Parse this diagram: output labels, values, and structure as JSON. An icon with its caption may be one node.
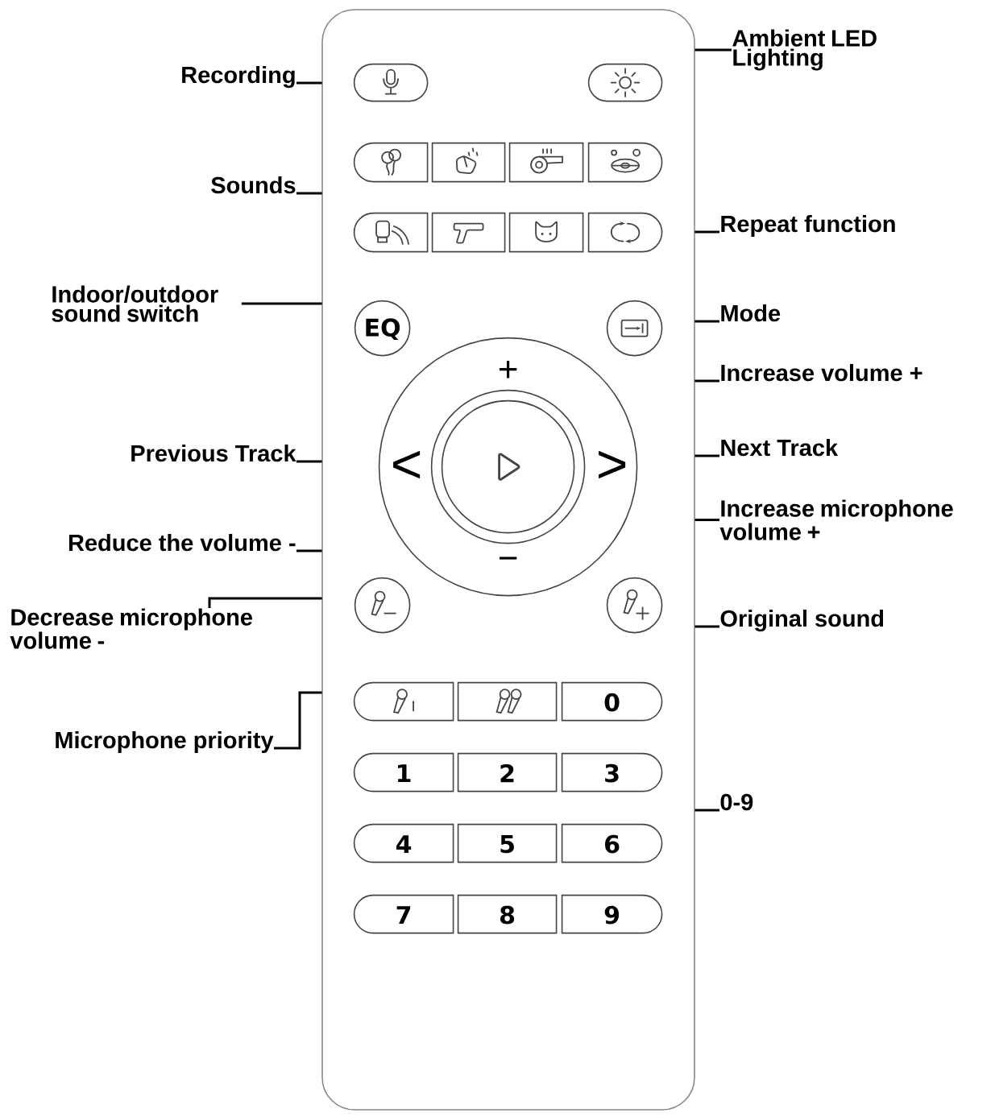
{
  "diagram": {
    "nodes": [
      {
        "text": [],
        "shape": "box"
      },
      {
        "text": [],
        "shape": "box",
        "in": 0
      },
      {
        "text": [],
        "shape": "box",
        "in": 0
      },
      {
        "text": [],
        "shape": "box",
        "in": 0
      },
      {
        "text": [],
        "shape": "box",
        "in": 0
      },
      {
        "text": [],
        "shape": "box",
        "in": 0
      },
      {
        "text": [],
        "shape": "box",
        "in": 0
      },
      {
        "text": [],
        "shape": "box",
        "in": 0
      },
      {
        "text": [],
        "shape": "box",
        "in": 0
      },
      {
        "text": [],
        "shape": "box",
        "in": 0
      },
      {
        "text": [],
        "shape": "box",
        "in": 0
      },
      {
        "text": [
          "EQ"
        ],
        "in": 0
      },
      {
        "text": [],
        "shape": "circle",
        "in": 0
      },
      {
        "text": [
          "+",
          "<",
          ">",
          "−"
        ],
        "in": 0
      },
      {
        "text": [],
        "shape": "circle",
        "in": 13
      },
      {
        "text": [],
        "shape": "circle",
        "in": 0
      },
      {
        "text": [],
        "shape": "circle",
        "in": 0
      },
      {
        "text": [],
        "shape": "box",
        "in": 0
      },
      {
        "text": [],
        "shape": "box",
        "in": 0
      },
      {
        "text": [
          "0"
        ],
        "in": 0
      },
      {
        "text": [
          "1"
        ],
        "in": 0
      },
      {
        "text": [
          "2"
        ],
        "in": 0
      },
      {
        "text": [
          "3"
        ],
        "in": 0
      },
      {
        "text": [
          "4"
        ],
        "in": 0
      },
      {
        "text": [
          "5"
        ],
        "in": 0
      },
      {
        "text": [
          "6"
        ],
        "in": 0
      },
      {
        "text": [
          "7"
        ],
        "in": 0
      },
      {
        "text": [
          "8"
        ],
        "in": 0
      },
      {
        "text": [
          "9"
        ],
        "in": 0
      },
      {
        "text": [
          "Ambient LED Lighting"
        ]
      },
      {
        "text": [
          "Recording"
        ]
      },
      {
        "text": [
          "Sounds"
        ]
      },
      {
        "text": [
          "Repeat function"
        ]
      },
      {
        "text": [
          "Indoor/outdoor sound switch"
        ]
      },
      {
        "text": [
          "Mode"
        ]
      },
      {
        "text": [
          "Increase volume +"
        ]
      },
      {
        "text": [
          "Next Track"
        ]
      },
      {
        "text": [
          "Previous Track"
        ]
      },
      {
        "text": [
          "Increase microphone volume +"
        ]
      },
      {
        "text": [
          "Reduce the volume -"
        ]
      },
      {
        "text": [
          "Original sound"
        ]
      },
      {
        "text": [
          "Decrease microphone volume -"
        ]
      },
      {
        "text": [
          "Microphone priority"
        ]
      },
      {
        "text": [
          "0-9"
        ]
      }
    ],
    "edges": [
      {
        "from": 29,
        "to": 0,
        "arrow": "none"
      },
      {
        "from": 30,
        "to": 0,
        "arrow": "none"
      },
      {
        "from": 31,
        "to": 0,
        "arrow": "none"
      },
      {
        "from": 32,
        "to": 0,
        "arrow": "none"
      },
      {
        "from": 33,
        "to": 0,
        "arrow": "none"
      },
      {
        "from": 34,
        "to": 0,
        "arrow": "none"
      },
      {
        "from": 35,
        "to": 0,
        "arrow": "none"
      },
      {
        "from": 36,
        "to": 0,
        "arrow": "none"
      },
      {
        "from": 37,
        "to": 0,
        "arrow": "none"
      },
      {
        "from": 38,
        "to": 0,
        "arrow": "none"
      },
      {
        "from": 39,
        "to": 0,
        "arrow": "none"
      },
      {
        "from": 40,
        "to": 0,
        "arrow": "none"
      },
      {
        "from": 41,
        "to": 0,
        "arrow": "none"
      },
      {
        "from": 42,
        "to": 0,
        "arrow": "none"
      },
      {
        "from": 43,
        "to": 0,
        "arrow": "none"
      }
    ]
  }
}
